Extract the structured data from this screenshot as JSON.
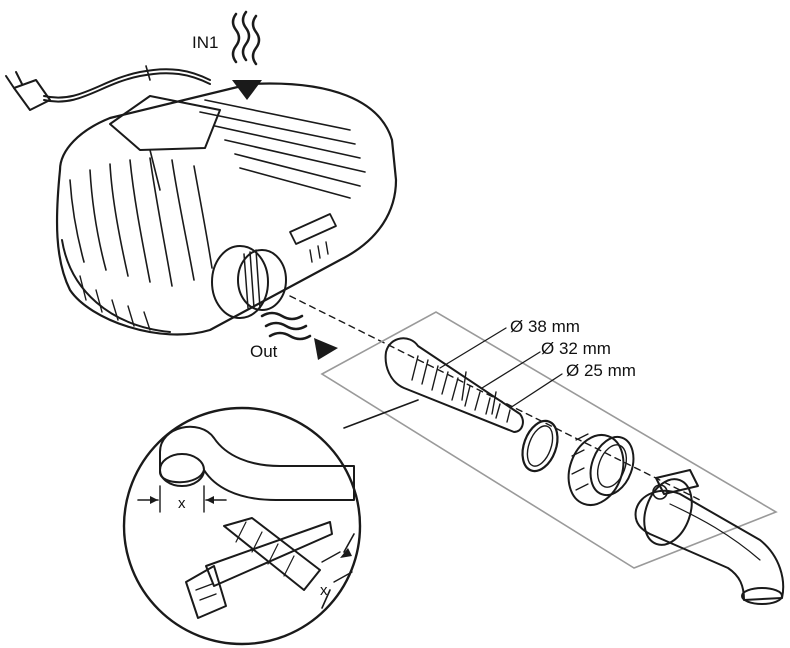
{
  "labels": {
    "inlet": "IN1",
    "outlet": "Out",
    "dia_38": "Ø 38 mm",
    "dia_32": "Ø 32 mm",
    "dia_25": "Ø 25 mm",
    "x_hose": "x",
    "x_adapter": "x"
  },
  "colors": {
    "line": "#1a1a1a",
    "panel_border": "#9a9a9a",
    "hose_fill": "#e8e8e8",
    "dark_fill": "#6a6a6a"
  }
}
